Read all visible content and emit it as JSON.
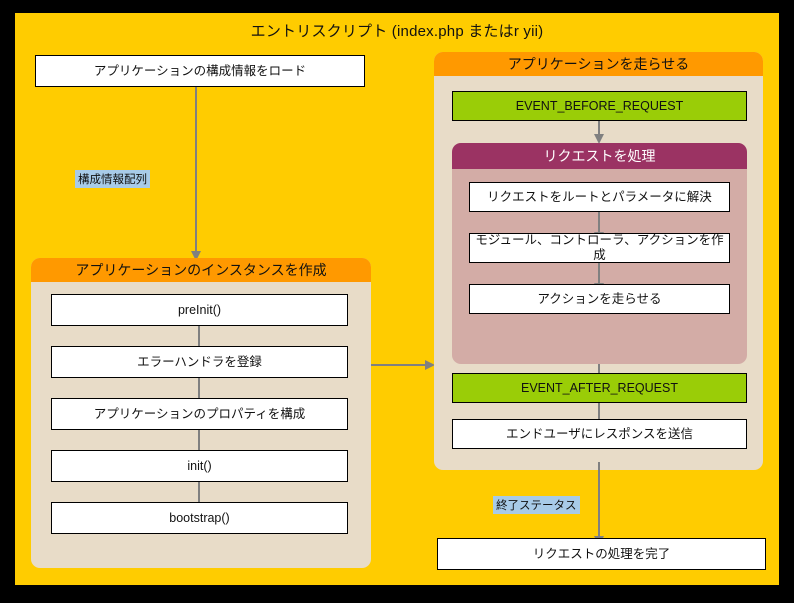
{
  "diagram": {
    "title": "エントリスクリプト (index.php またはr yii)",
    "colors": {
      "canvas": "#FFCC00",
      "frame": "#000000",
      "group_body": "#E8DCC8",
      "group_header": "#FF9900",
      "subgroup_body": "#D3ACA6",
      "subgroup_header": "#9B3363",
      "event_box": "#9ACD07",
      "node_box": "#FFFFFF",
      "arrow": "#808080",
      "edge_label": "#A8CBE8"
    },
    "nodes": {
      "load_config": "アプリケーションの構成情報をロード",
      "final": "リクエストの処理を完了"
    },
    "edge_labels": {
      "config_array": "構成情報配列",
      "exit_status": "終了ステータス"
    },
    "create_app_group": {
      "header": "アプリケーションのインスタンスを作成",
      "steps": [
        "preInit()",
        "エラーハンドラを登録",
        "アプリケーションのプロパティを構成",
        "init()",
        "bootstrap()"
      ]
    },
    "run_app_group": {
      "header": "アプリケーションを走らせる",
      "before_event": "EVENT_BEFORE_REQUEST",
      "after_event": "EVENT_AFTER_REQUEST",
      "send_response": "エンドユーザにレスポンスを送信",
      "handle_request_group": {
        "header": "リクエストを処理",
        "steps": [
          "リクエストをルートとパラメータに解決",
          "モジュール、コントローラ、アクションを作成",
          "アクションを走らせる"
        ]
      }
    }
  }
}
